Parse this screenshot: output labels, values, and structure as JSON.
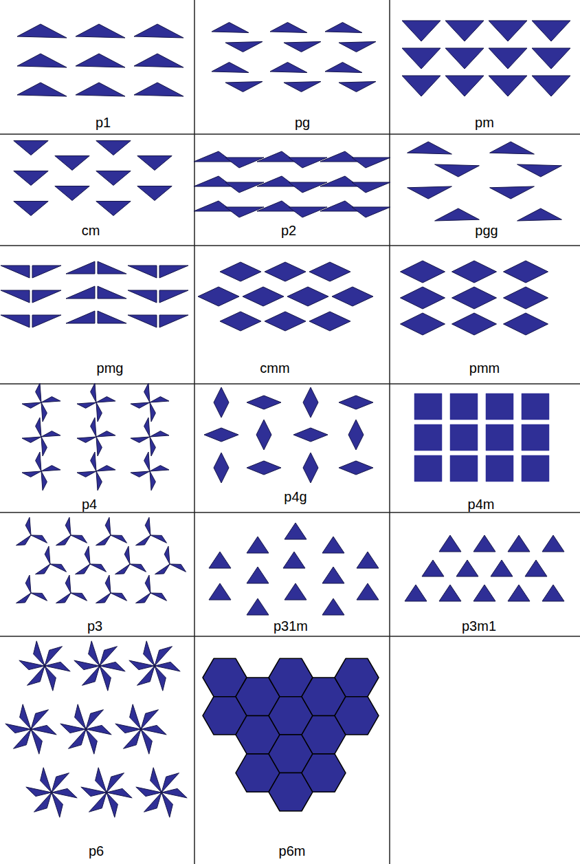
{
  "diagram": {
    "labels": [
      "p1",
      "pg",
      "pm",
      "cm",
      "p2",
      "pgg",
      "pmg",
      "cmm",
      "pmm",
      "p4",
      "p4g",
      "p4m",
      "p3",
      "p31m",
      "p3m1",
      "p6",
      "p6m"
    ]
  }
}
